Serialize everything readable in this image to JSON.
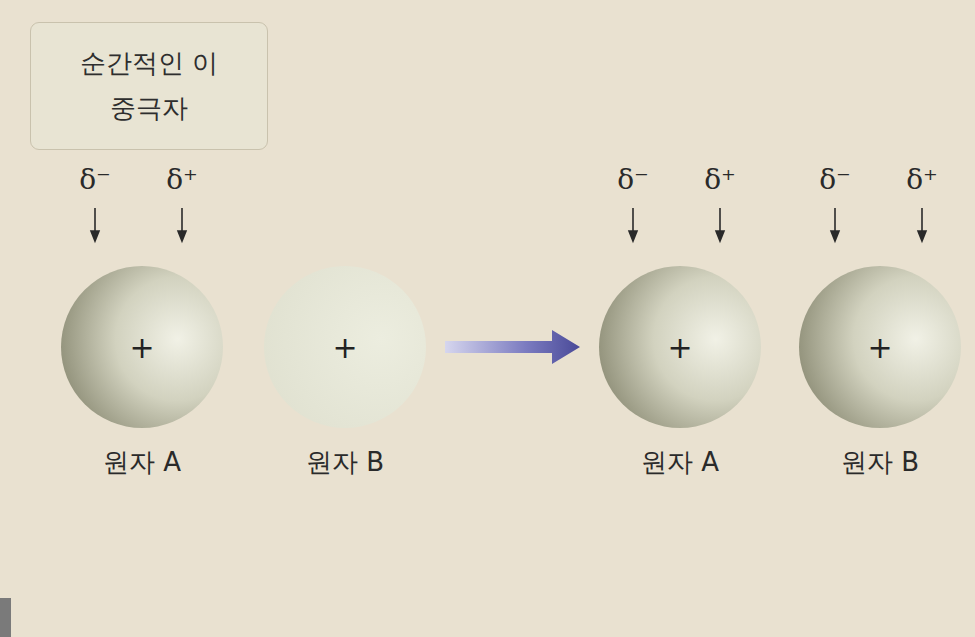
{
  "diagram": {
    "nodes": [
      {
        "text": [
          "순간적인 이중극자"
        ]
      },
      {
        "text": [
          "+",
          "원자 A"
        ]
      },
      {
        "text": [
          "+",
          "원자 B"
        ]
      },
      {
        "text": [
          "+",
          "원자 A"
        ]
      },
      {
        "text": [
          "+",
          "원자 B"
        ]
      }
    ],
    "edges": [
      {
        "from": 2,
        "to": 3,
        "arrow": "to"
      }
    ],
    "labels": [
      "δ⁻",
      "δ⁺",
      "δ⁻",
      "δ⁺",
      "δ⁻",
      "δ⁺"
    ]
  }
}
